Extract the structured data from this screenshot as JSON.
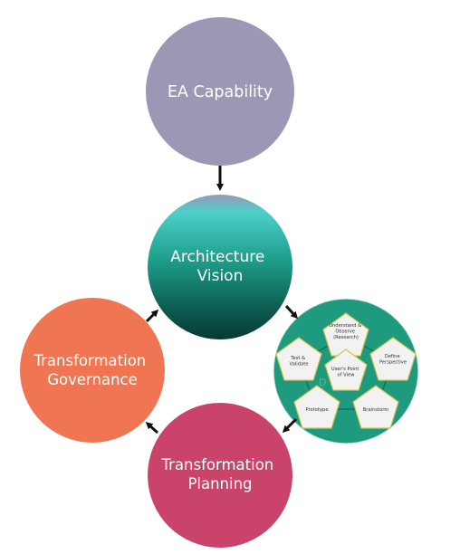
{
  "nodes": {
    "ea_capability": {
      "label": [
        "EA Capability"
      ],
      "color": "#9a98b4"
    },
    "architecture_vision": {
      "label": [
        "Architecture",
        "Vision"
      ],
      "gradient": [
        "#9a98b4",
        "#4ecfca",
        "#1e9e8a",
        "#0c5a4e",
        "#073a34"
      ]
    },
    "transformation_governance": {
      "label": [
        "Transformation",
        "Governance"
      ],
      "color": "#f07552"
    },
    "transformation_planning": {
      "label": [
        "Transformation",
        "Planning"
      ],
      "color": "#c9436b"
    }
  },
  "design_thinking": {
    "background_color": "#1e9a7e",
    "pentagon_fill": "#f2f2f2",
    "pentagon_border": "#d8c34a",
    "center_label": [
      "User's Point",
      "of View"
    ],
    "stages": [
      {
        "label": [
          "Understand &",
          "Observe",
          "(Research)"
        ]
      },
      {
        "label": [
          "Define",
          "Perspective"
        ]
      },
      {
        "label": [
          "Brainstorm"
        ]
      },
      {
        "label": [
          "Prototype"
        ]
      },
      {
        "label": [
          "Test &",
          "Validate"
        ]
      }
    ]
  },
  "connector_color": "#111111"
}
